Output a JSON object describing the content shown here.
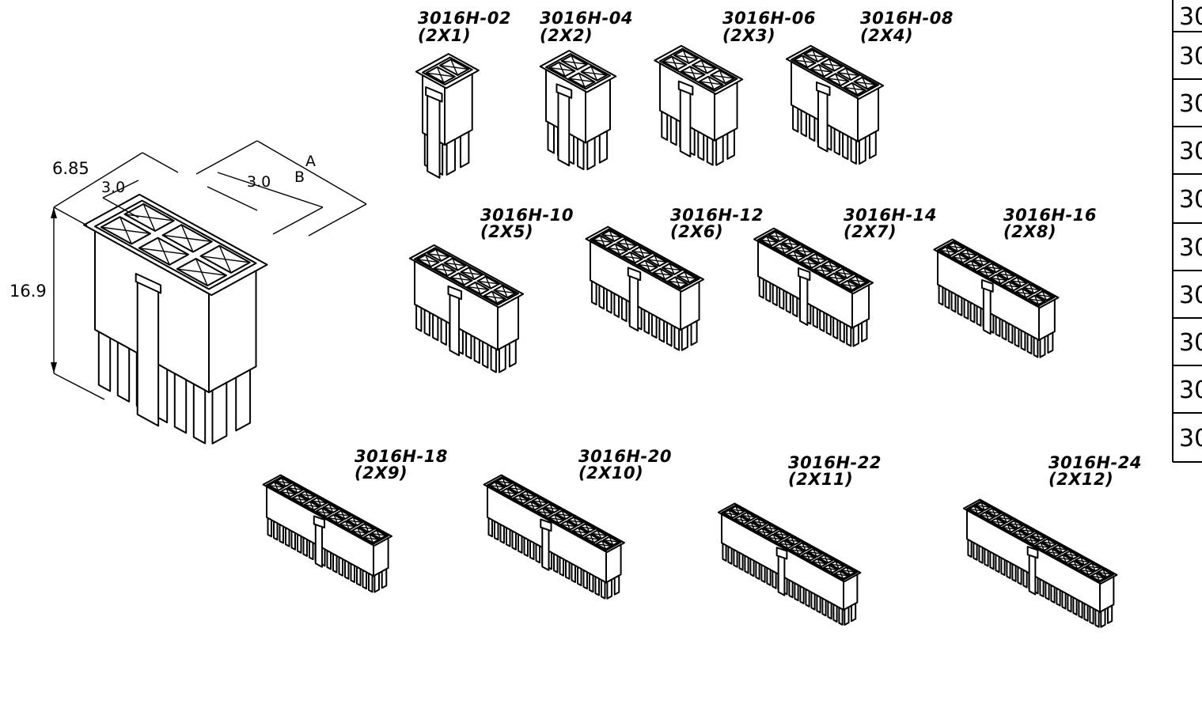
{
  "dimensions": {
    "overall_depth": "6.85",
    "height": "16.9",
    "pitch_left": "3.0",
    "pitch_right": "3.0",
    "label_a": "A",
    "label_b": "B"
  },
  "parts": [
    {
      "part": "3016H-02",
      "config": "(2X1)",
      "cols": 1
    },
    {
      "part": "3016H-04",
      "config": "(2X2)",
      "cols": 2
    },
    {
      "part": "3016H-06",
      "config": "(2X3)",
      "cols": 3
    },
    {
      "part": "3016H-08",
      "config": "(2X4)",
      "cols": 4
    },
    {
      "part": "3016H-10",
      "config": "(2X5)",
      "cols": 5
    },
    {
      "part": "3016H-12",
      "config": "(2X6)",
      "cols": 6
    },
    {
      "part": "3016H-14",
      "config": "(2X7)",
      "cols": 7
    },
    {
      "part": "3016H-16",
      "config": "(2X8)",
      "cols": 8
    },
    {
      "part": "3016H-18",
      "config": "(2X9)",
      "cols": 9
    },
    {
      "part": "3016H-20",
      "config": "(2X10)",
      "cols": 10
    },
    {
      "part": "3016H-22",
      "config": "(2X11)",
      "cols": 11
    },
    {
      "part": "3016H-24",
      "config": "(2X12)",
      "cols": 12
    }
  ],
  "table": {
    "rows": [
      "30",
      "30",
      "30",
      "30",
      "30",
      "30",
      "30",
      "30",
      "30",
      "30"
    ]
  }
}
